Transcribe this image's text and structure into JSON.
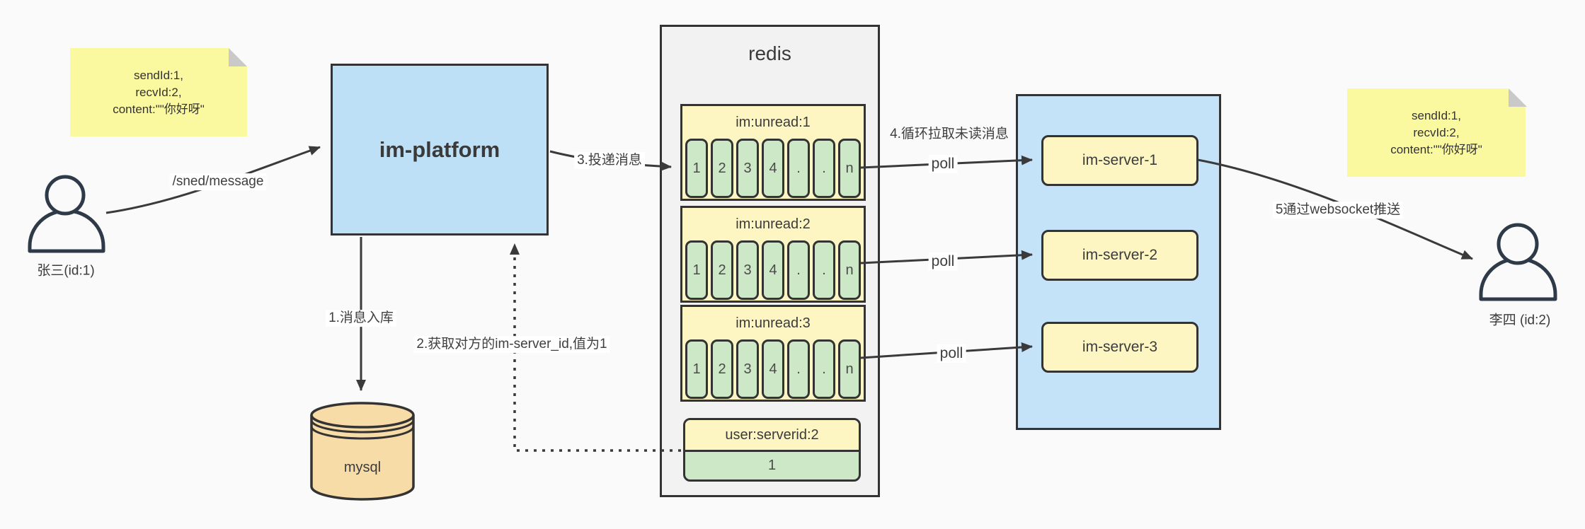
{
  "colors": {
    "background": "#FAFAFA",
    "box_blue": "#BEE0F7",
    "note_yellow": "#FBF9A0",
    "pale_yellow": "#FDF6C3",
    "cell_green": "#CCE8C6",
    "mysql_tan": "#F8DCA8",
    "redis_gray": "#F2F2F2",
    "stroke_dark": "#333333",
    "connector": "#3A3A3A"
  },
  "sender": {
    "label": "张三(id:1)"
  },
  "receiver": {
    "label": "李四 (id:2)"
  },
  "note_left": {
    "line1": "sendId:1,",
    "line2": "recvId:2,",
    "line3": "content:\"\"你好呀\""
  },
  "note_right": {
    "line1": "sendId:1,",
    "line2": "recvId:2,",
    "line3": "content:\"\"你好呀\""
  },
  "platform": {
    "title": "im-platform"
  },
  "mysql": {
    "label": "mysql"
  },
  "redis": {
    "title": "redis",
    "queues": [
      {
        "title": "im:unread:1",
        "cells": [
          "1",
          "2",
          "3",
          "4",
          ".",
          ".",
          "n"
        ]
      },
      {
        "title": "im:unread:2",
        "cells": [
          "1",
          "2",
          "3",
          "4",
          ".",
          ".",
          "n"
        ]
      },
      {
        "title": "im:unread:3",
        "cells": [
          "1",
          "2",
          "3",
          "4",
          ".",
          ".",
          "n"
        ]
      }
    ],
    "kv": {
      "title": "user:serverid:2",
      "value": "1"
    }
  },
  "servers": [
    {
      "label": "im-server-1"
    },
    {
      "label": "im-server-2"
    },
    {
      "label": "im-server-3"
    }
  ],
  "labels": {
    "send_api": "/sned/message",
    "step1": "1.消息入库",
    "step2": "2.获取对方的im-server_id,值为1",
    "step3": "3.投递消息",
    "step4": "4.循环拉取未读消息",
    "step5": "5通过websocket推送",
    "poll": "poll"
  }
}
